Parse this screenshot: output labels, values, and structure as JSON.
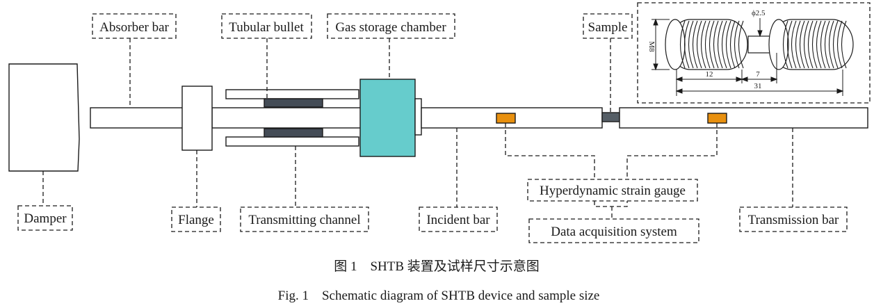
{
  "labels": {
    "absorber_bar": "Absorber bar",
    "tubular_bullet": "Tubular bullet",
    "gas_storage_chamber": "Gas storage chamber",
    "sample": "Sample",
    "damper": "Damper",
    "flange": "Flange",
    "transmitting_channel": "Transmitting channel",
    "incident_bar": "Incident bar",
    "strain_gauge": "Hyperdynamic strain gauge",
    "data_acquisition": "Data acquisition system",
    "transmission_bar": "Transmission bar"
  },
  "inset": {
    "dim_diameter": "ϕ2.5",
    "dim_thread": "M8",
    "dim_12": "12",
    "dim_7": "7",
    "dim_31": "31"
  },
  "caption": {
    "cn": "图 1　SHTB 装置及试样尺寸示意图",
    "en": "Fig. 1　Schematic diagram of SHTB device and sample size"
  },
  "colors": {
    "gas_chamber": "#66cccc",
    "gauge": "#e8900f",
    "sample": "#555e66",
    "bullet": "#444c56",
    "line": "#1a1a1a"
  }
}
